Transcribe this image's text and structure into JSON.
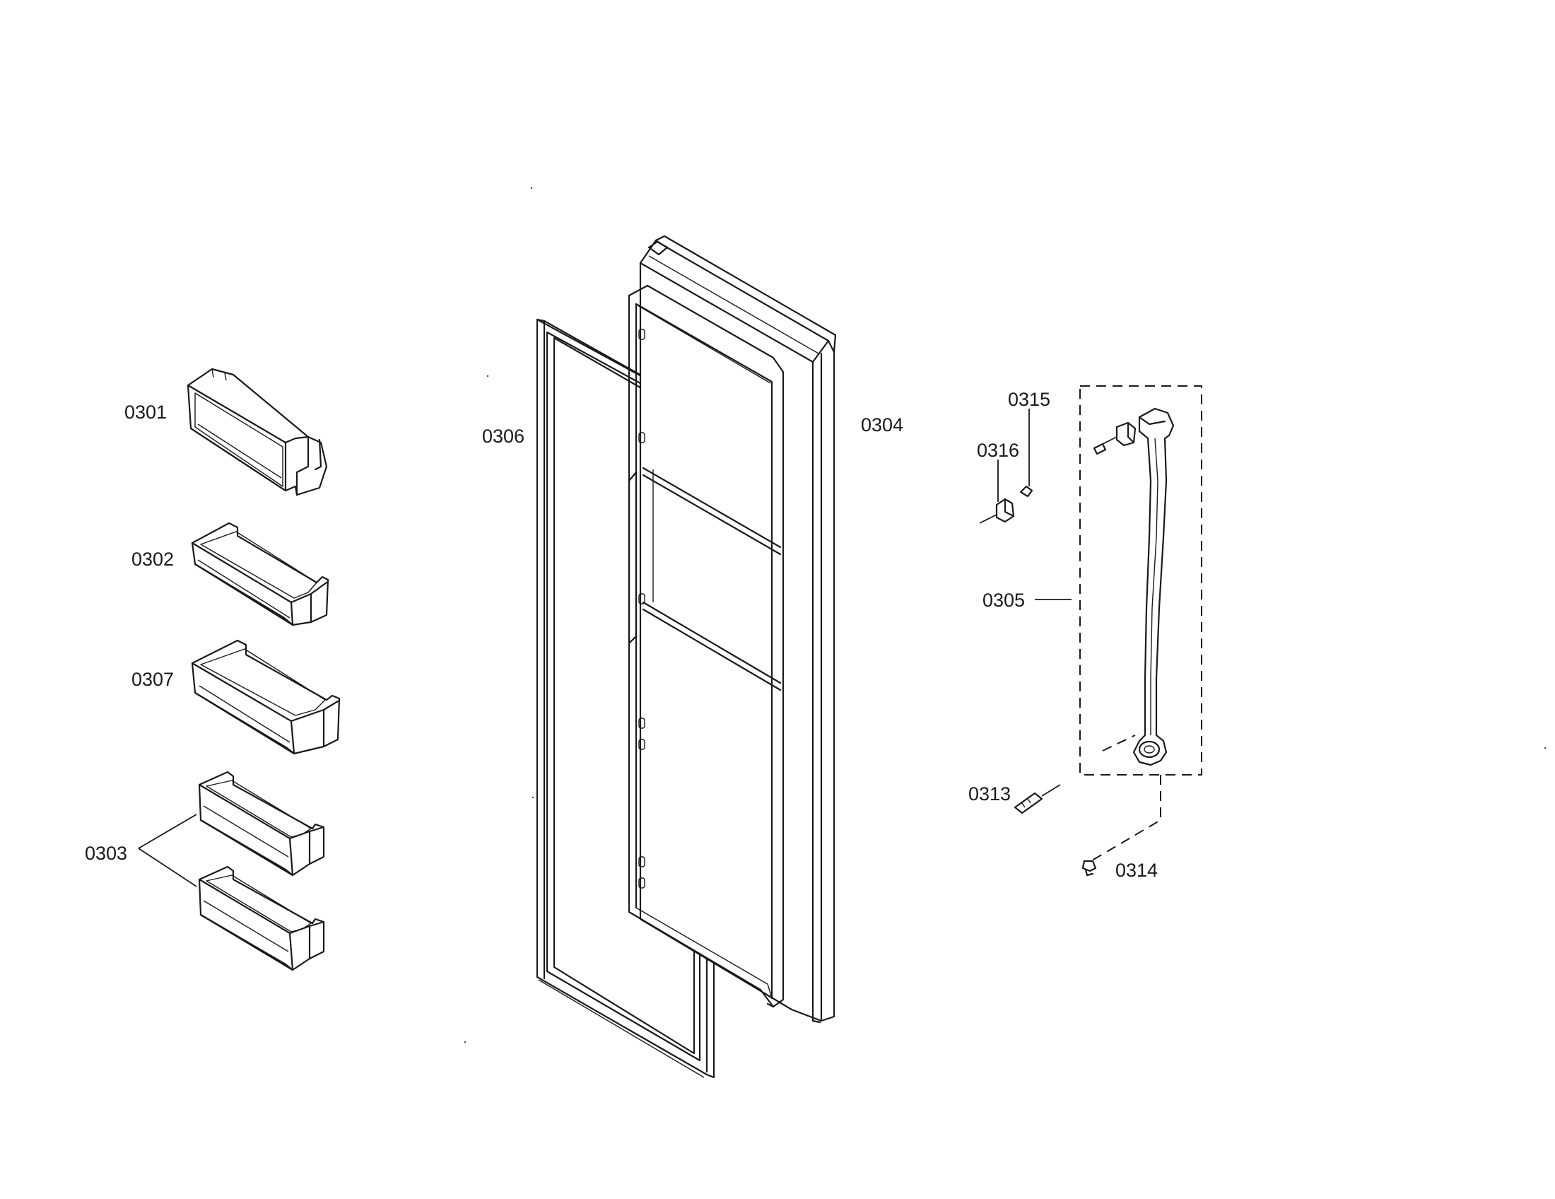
{
  "labels": {
    "p0301": "0301",
    "p0302": "0302",
    "p0307": "0307",
    "p0303": "0303",
    "p0306": "0306",
    "p0304": "0304",
    "p0315": "0315",
    "p0316": "0316",
    "p0305": "0305",
    "p0313": "0313",
    "p0314": "0314"
  }
}
